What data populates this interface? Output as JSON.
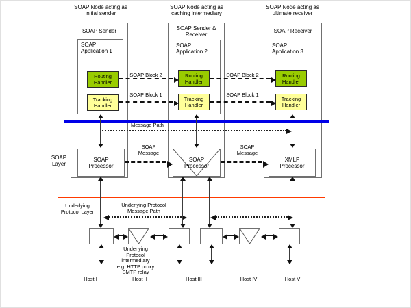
{
  "diagram": {
    "nodes": [
      {
        "caption": [
          "SOAP Node acting as",
          "initial sender"
        ],
        "role": [
          "SOAP Sender",
          ""
        ],
        "application": [
          "SOAP",
          "Application 1"
        ],
        "routing_handler": [
          "Routing",
          "Handler"
        ],
        "tracking_handler": [
          "Tracking",
          "Handler"
        ],
        "processor": [
          "SOAP",
          "Processor"
        ]
      },
      {
        "caption": [
          "SOAP Node acting as",
          "caching intermediary"
        ],
        "role": [
          "SOAP Sender &",
          "Receiver"
        ],
        "application": [
          "SOAP",
          "Application 2"
        ],
        "routing_handler": [
          "Routing",
          "Handler"
        ],
        "tracking_handler": [
          "Tracking",
          "Handler"
        ],
        "processor": [
          "SOAP",
          "Processor"
        ]
      },
      {
        "caption": [
          "SOAP Node acting as",
          "ultimate receiver"
        ],
        "role": [
          "SOAP Receiver",
          ""
        ],
        "application": [
          "SOAP",
          "Application 3"
        ],
        "routing_handler": [
          "Routing",
          "Handler"
        ],
        "tracking_handler": [
          "Tracking",
          "Handler"
        ],
        "processor": [
          "XMLP",
          "Processor"
        ]
      }
    ],
    "labels": {
      "soap_block_2": "SOAP Block 2",
      "soap_block_1": "SOAP Block 1",
      "message_path": "Message Path",
      "soap_message": [
        "SOAP",
        "Message"
      ],
      "soap_layer": [
        "SOAP",
        "Layer"
      ],
      "underlying_protocol_layer": [
        "Underlying",
        "Protocol Layer"
      ],
      "underlying_protocol_message_path": [
        "Underlying Protocol",
        "Message Path"
      ],
      "intermediary_note": [
        "Underlying",
        "Protocol",
        "intermediary",
        "e.g. HTTP proxy",
        "SMTP relay"
      ]
    },
    "hosts": [
      "Host I",
      "Host II",
      "Host III",
      "Host IV",
      "Host V"
    ],
    "colors": {
      "routing_handler_fill": "#99CC00",
      "tracking_handler_fill": "#FFFF99",
      "message_path_line": "#0000E8",
      "underlying_protocol_line": "#FF3A00"
    }
  }
}
